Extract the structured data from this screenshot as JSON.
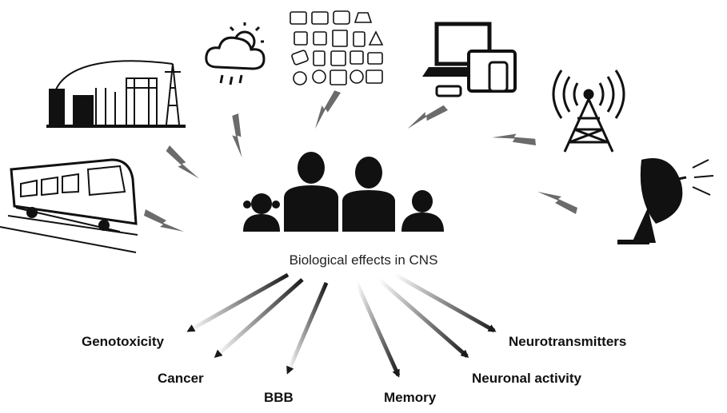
{
  "center": {
    "label": "Biological effects in CNS"
  },
  "sources": [
    {
      "name": "power-substation"
    },
    {
      "name": "weather"
    },
    {
      "name": "household-appliances"
    },
    {
      "name": "laptop-tablet-phone"
    },
    {
      "name": "radio-tower"
    },
    {
      "name": "train"
    },
    {
      "name": "satellite-dish"
    }
  ],
  "effects": [
    {
      "label": "Genotoxicity"
    },
    {
      "label": "Cancer"
    },
    {
      "label": "BBB"
    },
    {
      "label": "Memory"
    },
    {
      "label": "Neuronal activity"
    },
    {
      "label": "Neurotransmitters"
    }
  ],
  "colors": {
    "ink": "#111111",
    "bolt": "#6b6b6b",
    "arrow": "#1a1a1a"
  }
}
